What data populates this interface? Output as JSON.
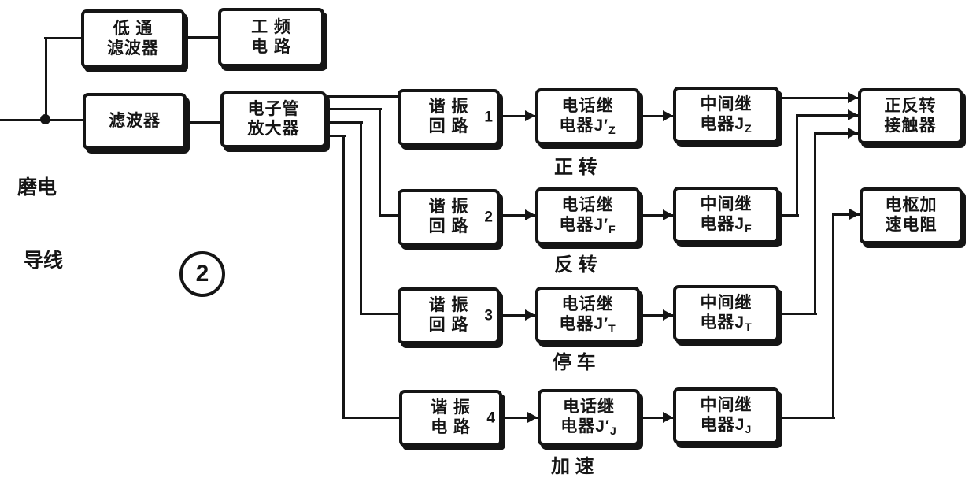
{
  "figure": {
    "number": "2"
  },
  "colors": {
    "ink": "#151515",
    "background": "#ffffff"
  },
  "source_label": {
    "line1": "磨电",
    "line2": "导线"
  },
  "blocks": {
    "lowpass": {
      "line1": "低 通",
      "line2": "滤波器"
    },
    "powerfreq": {
      "line1": "工 频",
      "line2": "电 路"
    },
    "filter": {
      "line1": "滤波器"
    },
    "amplifier": {
      "line1": "电子管",
      "line2": "放大器"
    },
    "resonant1": {
      "line1": "谐 振",
      "line2": "回 路",
      "num": "1"
    },
    "resonant2": {
      "line1": "谐 振",
      "line2": "回 路",
      "num": "2"
    },
    "resonant3": {
      "line1": "谐 振",
      "line2": "回 路",
      "num": "3"
    },
    "resonant4": {
      "line1": "谐 振",
      "line2": "电 路",
      "num": "4"
    },
    "tel1": {
      "line1": "电话继",
      "line2": "电器",
      "sym": "J′",
      "sub": "Z"
    },
    "tel2": {
      "line1": "电话继",
      "line2": "电器",
      "sym": "J′",
      "sub": "F"
    },
    "tel3": {
      "line1": "电话继",
      "line2": "电器",
      "sym": "J′",
      "sub": "T"
    },
    "tel4": {
      "line1": "电话继",
      "line2": "电器",
      "sym": "J′",
      "sub": "J"
    },
    "mid1": {
      "line1": "中间继",
      "line2": "电器",
      "sym": "J",
      "sub": "Z"
    },
    "mid2": {
      "line1": "中间继",
      "line2": "电器",
      "sym": "J",
      "sub": "F"
    },
    "mid3": {
      "line1": "中间继",
      "line2": "电器",
      "sym": "J",
      "sub": "T"
    },
    "mid4": {
      "line1": "中间继",
      "line2": "电器",
      "sym": "J",
      "sub": "J"
    },
    "contactor": {
      "line1": "正反转",
      "line2": "接触器"
    },
    "resistor": {
      "line1": "电枢加",
      "line2": "速电阻"
    }
  },
  "stage_labels": {
    "row1": "正 转",
    "row2": "反 转",
    "row3": "停 车",
    "row4": "加 速"
  }
}
